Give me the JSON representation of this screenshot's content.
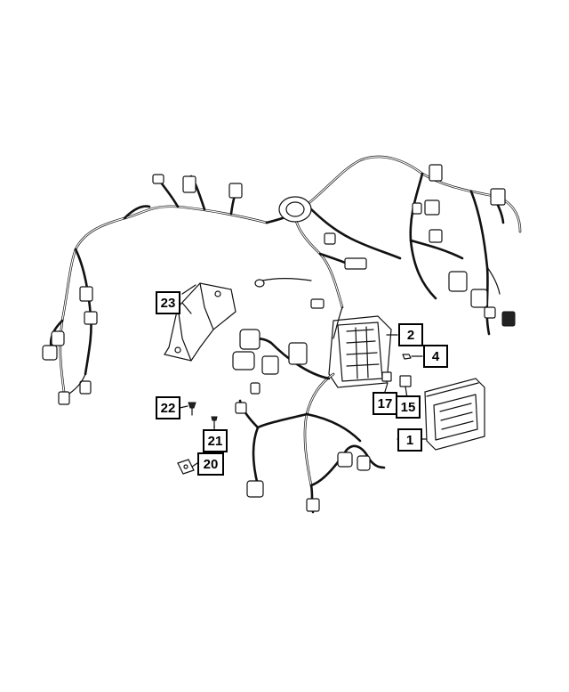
{
  "callouts": [
    {
      "id": "c23",
      "label": "23"
    },
    {
      "id": "c2",
      "label": "2"
    },
    {
      "id": "c4",
      "label": "4"
    },
    {
      "id": "c17",
      "label": "17"
    },
    {
      "id": "c15",
      "label": "15"
    },
    {
      "id": "c22",
      "label": "22"
    },
    {
      "id": "c21",
      "label": "21"
    },
    {
      "id": "c1",
      "label": "1"
    },
    {
      "id": "c20",
      "label": "20"
    }
  ],
  "colors": {
    "line": "#111111",
    "background": "#ffffff"
  }
}
